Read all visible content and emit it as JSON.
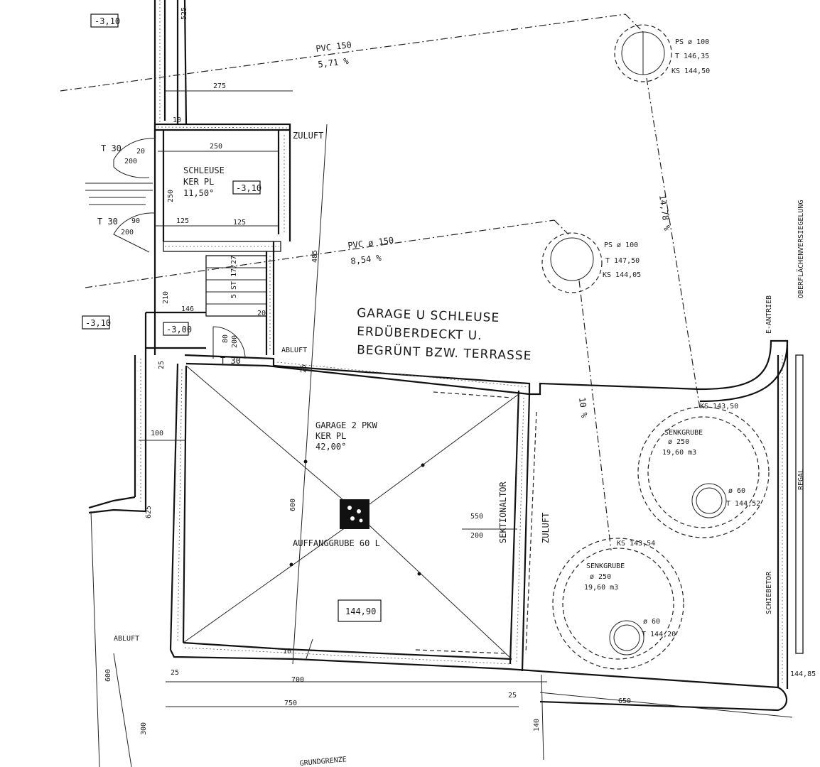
{
  "rooms": {
    "schleuse_name": "SCHLEUSE",
    "schleuse_floor": "KER PL",
    "schleuse_area": "11,50°",
    "garage_name": "GARAGE 2 PKW",
    "garage_floor": "KER PL",
    "garage_area": "42,00°",
    "auffanggrube": "AUFFANGGRUBE 60 L"
  },
  "main_note": {
    "line1": "GARAGE U SCHLEUSE",
    "line2": "ERDÜBERDECKT U.",
    "line3": "BEGRÜNT BZW. TERRASSE"
  },
  "pipes": {
    "pvc1": "PVC 150",
    "pvc1_slope": "5,71 %",
    "pvc2": "PVC ø 150",
    "pvc2_slope": "8,54 %",
    "slope_a": "14,78 %",
    "slope_b": "10 %"
  },
  "shafts": {
    "ps1_a": "PS ø 100",
    "ps1_b": "T 146,35",
    "ps1_c": "KS 144,50",
    "ps2_a": "PS ø 100",
    "ps2_b": "T 147,50",
    "ps2_c": "KS 144,05"
  },
  "senkgruben": {
    "sg1_ks": "KS 143,50",
    "sg1_name": "SENKGRUBE",
    "sg1_d": "ø 250",
    "sg1_vol": "19,60 m3",
    "sg1_sub_d": "ø 60",
    "sg1_sub_t": "T 144,52",
    "sg2_ks": "KS 143,54",
    "sg2_name": "SENKGRUBE",
    "sg2_d": "ø 250",
    "sg2_vol": "19,60 m3",
    "sg2_sub_d": "ø 60",
    "sg2_sub_t": "T 144,20"
  },
  "levels": {
    "top_left": "-3,10",
    "schleuse": "-3,10",
    "left_mid": "-3,10",
    "stair": "-3,00",
    "garage_floor": "144,90",
    "right_corner": "144,85"
  },
  "labels": {
    "zuluft_top": "ZULUFT",
    "abluft_mid": "ABLUFT",
    "abluft_bottom": "ABLUFT",
    "t30_top": "T 30",
    "t30_mid": "T 30",
    "t30_door": "T 30",
    "stair": "5 ST 17/27",
    "sektionaltor": "SEKTIONALTOR",
    "zuluft_right": "ZULUFT",
    "e_antrieb": "E-ANTRIEB",
    "oberflaechen": "OBERFLÄCHENVERSIEGELUNG",
    "regal": "REGAL",
    "schiebetor": "SCHIEBETOR",
    "grundgrenze": "GRUNDGRENZE"
  },
  "dims": {
    "d525": "525",
    "d275": "275",
    "d10": "10",
    "d250a": "250",
    "d20a": "20",
    "d200a": "200",
    "d250b": "250",
    "d125a": "125",
    "d125b": "125",
    "d90": "90",
    "d200b": "200",
    "d485": "485",
    "d210": "210",
    "d146": "146",
    "d20b": "20",
    "d80": "80",
    "d200c": "200",
    "d25a": "25",
    "d25b": "25",
    "d100": "100",
    "d625": "625",
    "d600": "600",
    "d550": "550",
    "d200d": "200",
    "d10b": "10",
    "d25c": "25",
    "d700": "700",
    "d750": "750",
    "d25d": "25",
    "d650": "650",
    "d140": "140",
    "d600b": "600",
    "d300": "300"
  }
}
